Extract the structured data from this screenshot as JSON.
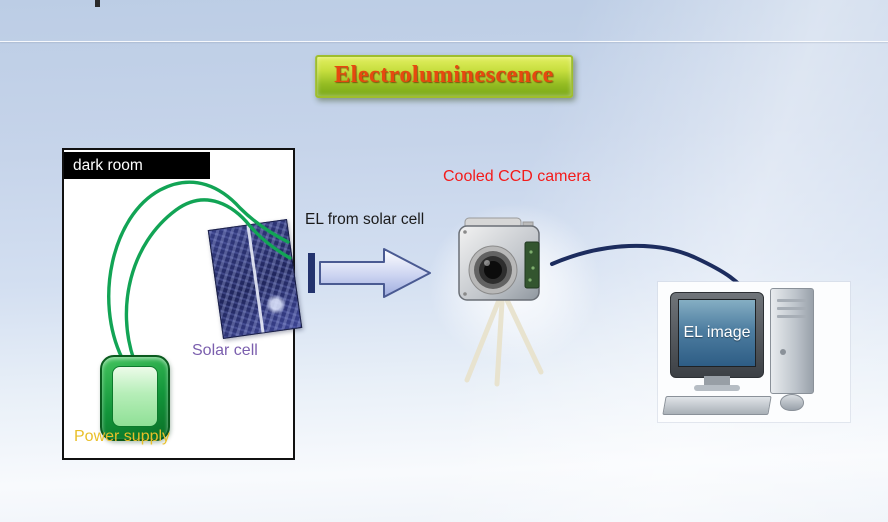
{
  "title": {
    "text": "Electroluminescence"
  },
  "dark_room": {
    "label": "dark room",
    "solar_cell_label": "Solar cell",
    "power_supply_label": "Power supply"
  },
  "annotations": {
    "el_from_solar_cell": "EL from solar cell",
    "cooled_ccd_camera": "Cooled CCD camera"
  },
  "computer": {
    "screen_text": "EL image"
  },
  "colors": {
    "title_text": "#e6490f",
    "title_gradient_top": "#e2ef60",
    "title_gradient_bottom": "#7aa818",
    "solar_cell_label": "#7b5fae",
    "power_supply_label": "#e9bf29",
    "camera_label": "#f31b1b",
    "wire_green": "#12a455",
    "cable_navy": "#1c2c5e",
    "arrow_outline": "#4a5a92",
    "background_blue": "#c6d4ea"
  }
}
